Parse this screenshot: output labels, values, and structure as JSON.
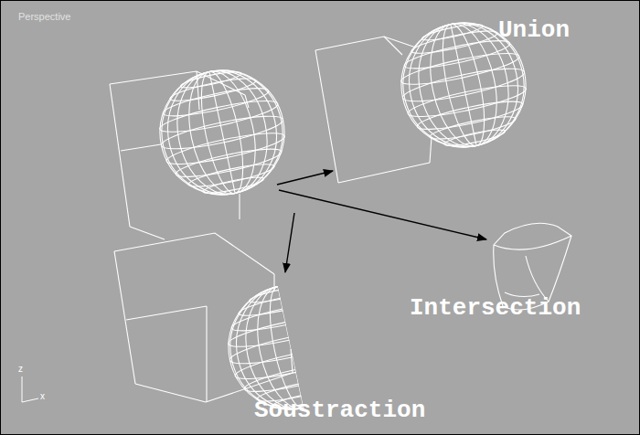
{
  "diagram": {
    "labels": [
      "Perspective",
      "Union",
      "Intersection",
      "Soustraction",
      "z",
      "x"
    ]
  }
}
